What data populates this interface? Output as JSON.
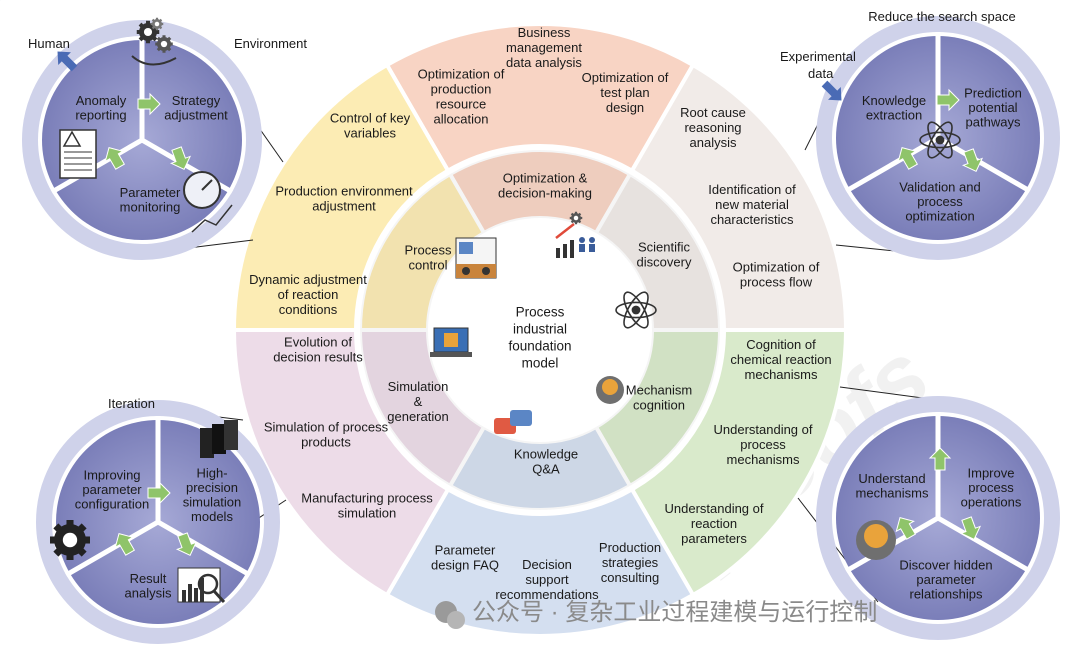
{
  "center_label": [
    "Process",
    "industrial",
    "foundation",
    "model"
  ],
  "inner_ring": [
    {
      "name": "optimization",
      "lines": [
        "Optimization &",
        "decision-making"
      ]
    },
    {
      "name": "scientific",
      "lines": [
        "Scientific",
        "discovery"
      ]
    },
    {
      "name": "mechanism",
      "lines": [
        "Mechanism",
        "cognition"
      ]
    },
    {
      "name": "knowledge",
      "lines": [
        "Knowledge",
        "Q&A"
      ]
    },
    {
      "name": "simulation",
      "lines": [
        "Simulation",
        "&",
        "generation"
      ]
    },
    {
      "name": "process-control",
      "lines": [
        "Process",
        "control"
      ]
    }
  ],
  "outer_ring": {
    "optimization": [
      {
        "lines": [
          "Business",
          "management",
          "data analysis"
        ]
      },
      {
        "lines": [
          "Optimization of",
          "production",
          "resource",
          "allocation"
        ]
      },
      {
        "lines": [
          "Optimization of",
          "test plan",
          "design"
        ]
      }
    ],
    "scientific": [
      {
        "lines": [
          "Root cause",
          "reasoning",
          "analysis"
        ]
      },
      {
        "lines": [
          "Identification of",
          "new material",
          "characteristics"
        ]
      },
      {
        "lines": [
          "Optimization of",
          "process flow"
        ]
      }
    ],
    "mechanism": [
      {
        "lines": [
          "Cognition of",
          "chemical reaction",
          "mechanisms"
        ]
      },
      {
        "lines": [
          "Understanding of",
          "process",
          "mechanisms"
        ]
      },
      {
        "lines": [
          "Understanding of",
          "reaction",
          "parameters"
        ]
      }
    ],
    "knowledge": [
      {
        "lines": [
          "Parameter",
          "design FAQ"
        ]
      },
      {
        "lines": [
          "Decision",
          "support",
          "recommendations"
        ]
      },
      {
        "lines": [
          "Production",
          "strategies",
          "consulting"
        ]
      }
    ],
    "simulation": [
      {
        "lines": [
          "Evolution of",
          "decision results"
        ]
      },
      {
        "lines": [
          "Simulation of process",
          "products"
        ]
      },
      {
        "lines": [
          "Manufacturing process",
          "simulation"
        ]
      }
    ],
    "process_control": [
      {
        "lines": [
          "Control of key",
          "variables"
        ]
      },
      {
        "lines": [
          "Production environment",
          "adjustment"
        ]
      },
      {
        "lines": [
          "Dynamic adjustment",
          "of reaction",
          "conditions"
        ]
      }
    ]
  },
  "cycles": {
    "top_left": {
      "outside": [
        "Human",
        "Environment"
      ],
      "items": [
        {
          "lines": [
            "Anomaly",
            "reporting"
          ]
        },
        {
          "lines": [
            "Strategy",
            "adjustment"
          ]
        },
        {
          "lines": [
            "Parameter",
            "monitoring"
          ]
        }
      ]
    },
    "top_right": {
      "outside": [
        "Reduce the search space",
        "Experimental",
        "data"
      ],
      "items": [
        {
          "lines": [
            "Knowledge",
            "extraction"
          ]
        },
        {
          "lines": [
            "Prediction",
            "potential",
            "pathways"
          ]
        },
        {
          "lines": [
            "Validation and",
            "process",
            "optimization"
          ]
        }
      ]
    },
    "bottom_left": {
      "outside": [
        "Iteration"
      ],
      "items": [
        {
          "lines": [
            "Improving",
            "parameter",
            "configuration"
          ]
        },
        {
          "lines": [
            "High-",
            "precision",
            "simulation",
            "models"
          ]
        },
        {
          "lines": [
            "Result",
            "analysis"
          ]
        }
      ]
    },
    "bottom_right": {
      "outside": [],
      "items": [
        {
          "lines": [
            "Understand",
            "mechanisms"
          ]
        },
        {
          "lines": [
            "Improve",
            "process",
            "operations"
          ]
        },
        {
          "lines": [
            "Discover hidden",
            "parameter",
            "relationships"
          ]
        }
      ]
    }
  },
  "watermark": {
    "wechat": "公众号 · 复杂工业过程建模与运行控制",
    "faint": "proofs"
  },
  "colors": {
    "optimization": "#f8d4c4",
    "scientific": "#f1ebe8",
    "mechanism": "#d9eacb",
    "knowledge": "#d4dff0",
    "simulation": "#eddce8",
    "process_control": "#fcecb4",
    "cycle_fill": "#8488c0",
    "cycle_ring": "#cfd2ea",
    "arrow_green": "#8fc46a",
    "arrow_blue": "#4a6bb5"
  }
}
